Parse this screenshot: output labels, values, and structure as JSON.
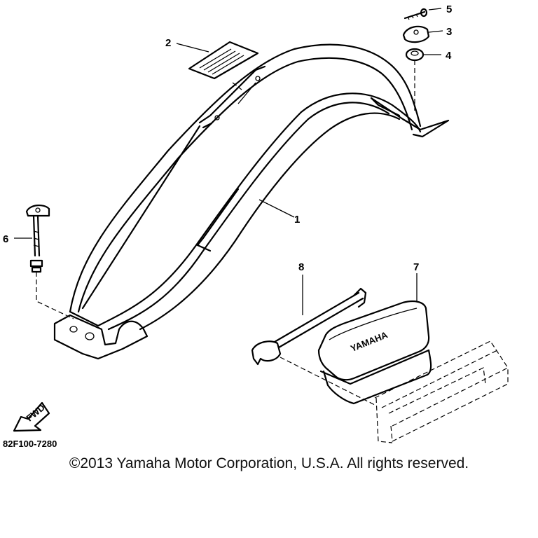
{
  "callouts": {
    "c1": "1",
    "c2": "2",
    "c3": "3",
    "c4": "4",
    "c5": "5",
    "c6": "6",
    "c7": "7",
    "c8": "8"
  },
  "box_lettering": "YAMAHA",
  "fwd_arrow_label": "FWD",
  "diagram_code": "82F100-7280",
  "copyright": "©2013 Yamaha Motor Corporation, U.S.A. All rights reserved."
}
